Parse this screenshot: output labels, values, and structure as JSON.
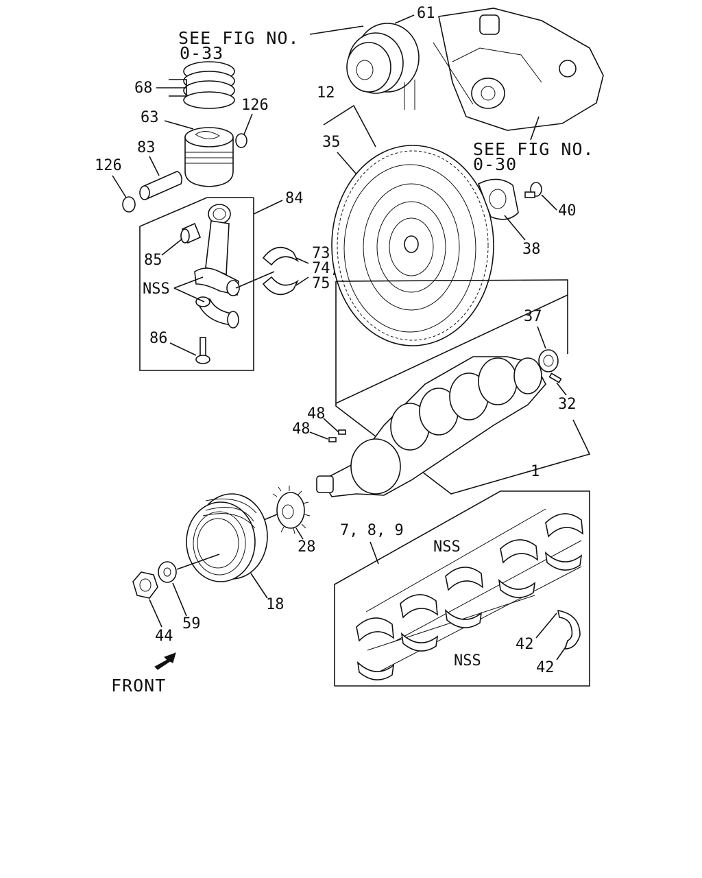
{
  "references": {
    "see_fig_top": "SEE FIG NO.",
    "see_fig_top_number": "0-33",
    "see_fig_right": "SEE FIG NO.",
    "see_fig_right_number": "0-30"
  },
  "callouts": {
    "c61": "61",
    "c68": "68",
    "c63": "63",
    "c126a": "126",
    "c126b": "126",
    "c83": "83",
    "c84": "84",
    "c85": "85",
    "c86": "86",
    "c12": "12",
    "c35": "35",
    "c73": "73,",
    "c74": "74,",
    "c75": "75",
    "c40": "40",
    "c38": "38",
    "c37": "37",
    "c32": "32",
    "c48a": "48",
    "c48b": "48",
    "c1": "1",
    "c28": "28",
    "c18": "18",
    "c59": "59",
    "c44": "44",
    "c789": "7, 8, 9",
    "c42a": "42",
    "c42b": "42"
  },
  "nss": {
    "rod": "NSS",
    "bearings_upper": "NSS",
    "bearings_lower": "NSS"
  },
  "direction": {
    "front_label": "FRONT",
    "arrow_icon": "front-arrow-icon"
  }
}
